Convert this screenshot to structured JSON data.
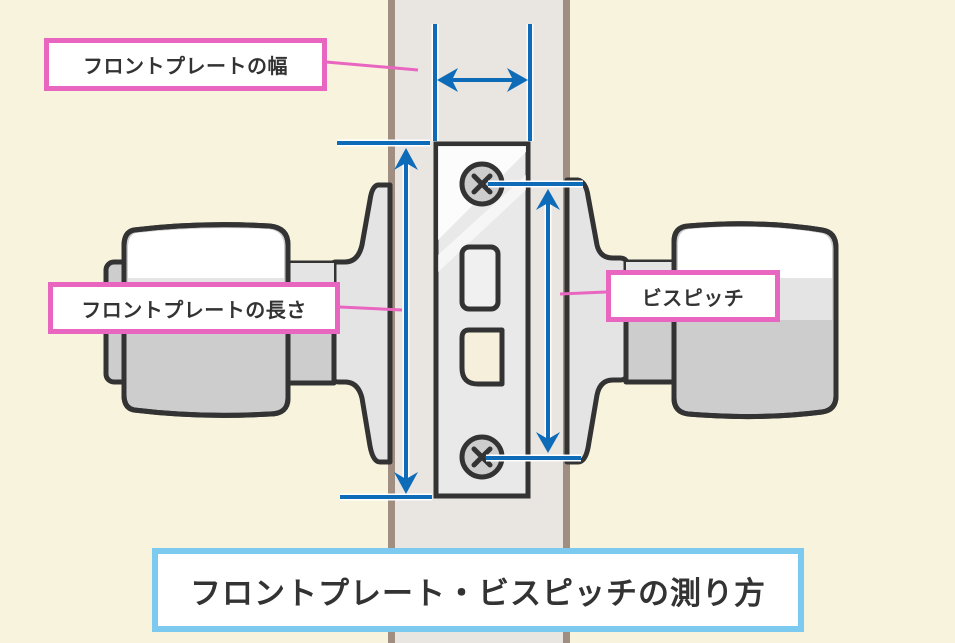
{
  "labels": {
    "front_plate_width": "フロントプレートの幅",
    "front_plate_length": "フロントプレートの長さ",
    "screw_pitch": "ビスピッチ"
  },
  "title": "フロントプレート・ビスピッチの測り方",
  "colors": {
    "background": "#f8f3dc",
    "door_edge": "#e9e6e2",
    "door_trim": "#a08f80",
    "outline": "#333333",
    "measure_arrow": "#0e6bb8",
    "label_border": "#e866c0",
    "title_border": "#7ccaf0",
    "knob_light": "#ffffff",
    "knob_mid": "#e4e4e4",
    "knob_dark": "#cdcdcd"
  }
}
